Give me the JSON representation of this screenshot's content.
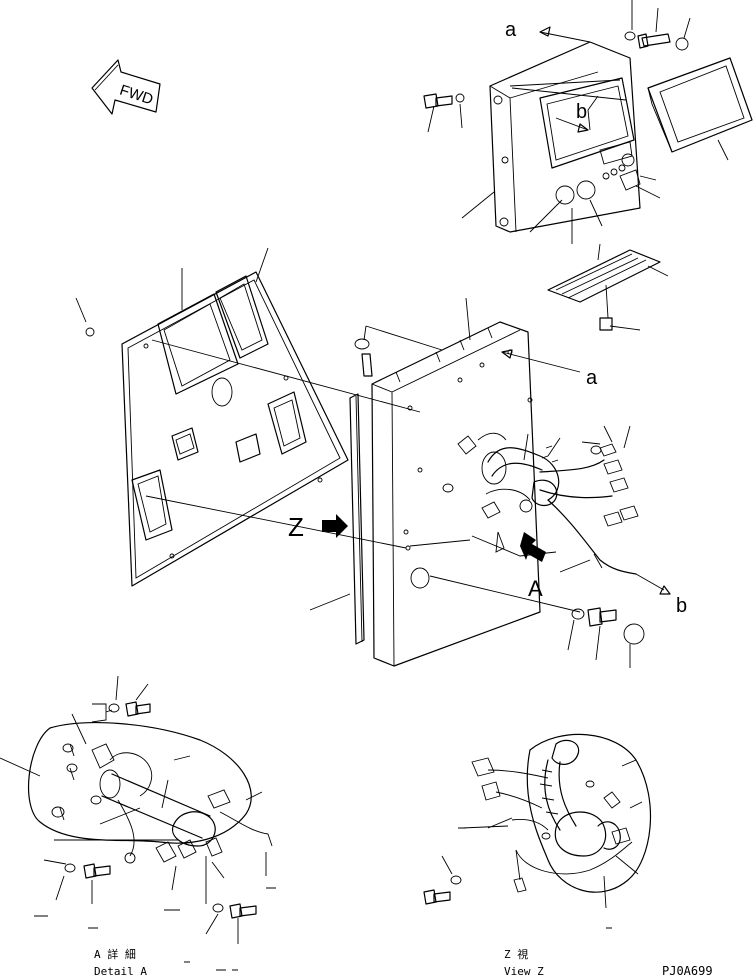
{
  "drawing": {
    "fwd_label": "FWD",
    "callout_a": "a",
    "callout_b": "b",
    "view_z_marker": "Z",
    "detail_a_marker": "A",
    "detail_a_jp": "A 詳 細",
    "detail_a_en": "Detail A",
    "view_z_jp": "Z 視",
    "view_z_en": "View Z",
    "drawing_code": "PJ0A699"
  }
}
